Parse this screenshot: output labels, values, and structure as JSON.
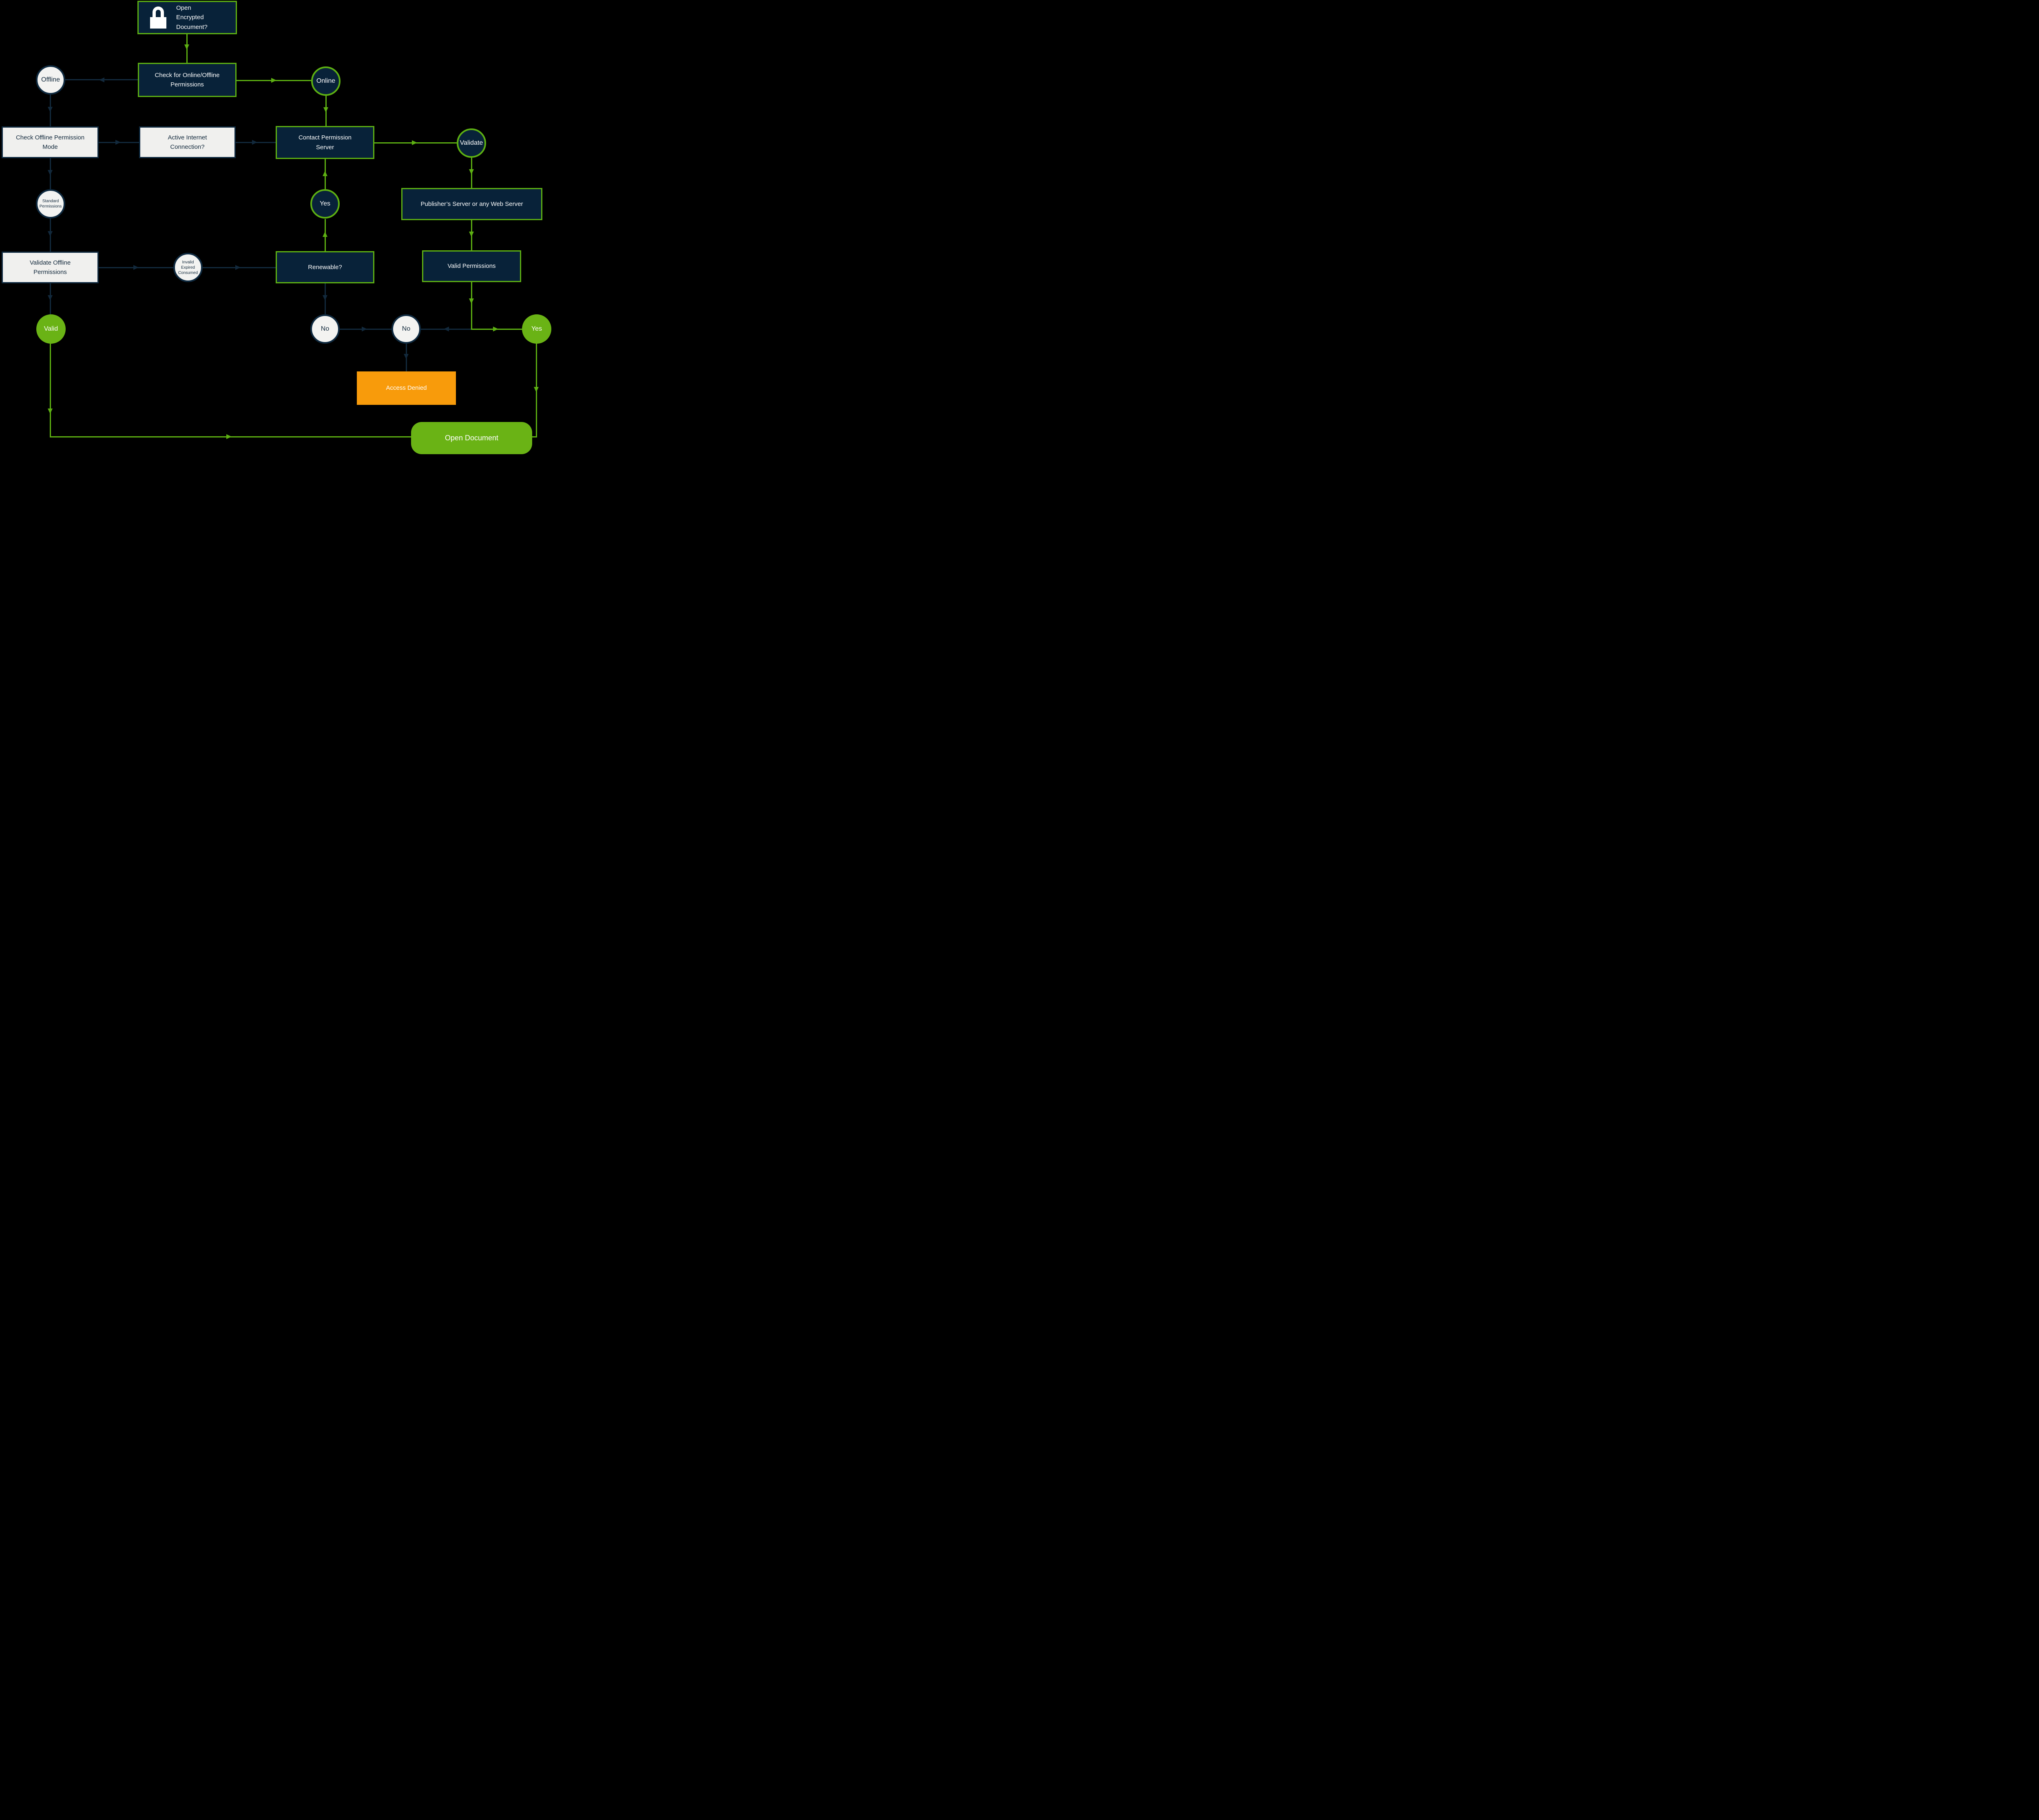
{
  "colors": {
    "background": "#000000",
    "green_line": "#5db012",
    "green_fill": "#6ab315",
    "navy_fill": "#082239",
    "navy_border": "#0f2a40",
    "navy_line": "#12293c",
    "light_fill": "#f0f0ee",
    "circle_fill": "#f3f3f1",
    "orange_fill": "#f89b0b",
    "text_dark": "#12293c",
    "text_light": "#ffffff"
  },
  "nodes": {
    "open_encrypted": {
      "label": "Open Encrypted Document?"
    },
    "check_online_offline": {
      "label": "Check for Online/Offline Permissions"
    },
    "offline": {
      "label": "Offline"
    },
    "online": {
      "label": "Online"
    },
    "check_offline_mode": {
      "label": "Check Offline Permission Mode"
    },
    "active_internet": {
      "label": "Active Internet Connection?"
    },
    "contact_server": {
      "label": "Contact Permission Server"
    },
    "validate": {
      "label": "Validate"
    },
    "standard_permissions": {
      "label": "Standard Permissions"
    },
    "yes_renew": {
      "label": "Yes"
    },
    "publishers_server": {
      "label": "Publisher’s Server or any Web Server"
    },
    "validate_offline": {
      "label": "Validate Offline Permissions"
    },
    "invalid_expired": {
      "label": "Invalid\nExpired\nConsumed"
    },
    "renewable": {
      "label": "Renewable?"
    },
    "valid_permissions": {
      "label": "Valid Permissions"
    },
    "valid": {
      "label": "Valid"
    },
    "no_renew": {
      "label": "No"
    },
    "no_valid": {
      "label": "No"
    },
    "yes_valid": {
      "label": "Yes"
    },
    "access_denied": {
      "label": "Access Denied"
    },
    "open_document": {
      "label": "Open Document"
    }
  }
}
